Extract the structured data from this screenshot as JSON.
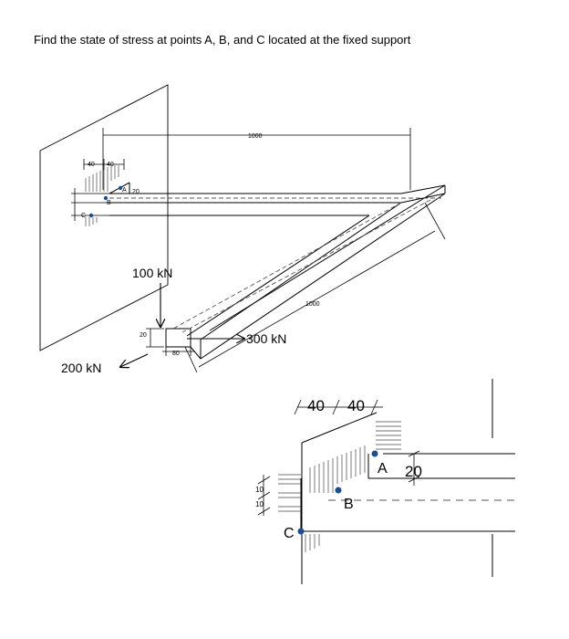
{
  "question": "Find the state of stress at points A, B, and C located at the fixed support",
  "main_figure": {
    "dim_top_length": "1000",
    "dim_diag_length": "1000",
    "dim_left_a": "40",
    "dim_left_b": "40",
    "dim_depth_small": "20",
    "label_point_a": "A",
    "label_point_b": "B",
    "label_point_c": "C",
    "dim_tip_height": "20",
    "dim_tip_width": "80",
    "load_vertical": "100 kN",
    "load_horizontal": "300 kN",
    "load_axial": "200 kN"
  },
  "detail_figure": {
    "dim_a": "40",
    "dim_b": "40",
    "dim_depth": "20",
    "dim_side_1": "10",
    "dim_side_2": "10",
    "label_point_a": "A",
    "label_point_b": "B",
    "label_point_c": "C"
  },
  "colors": {
    "line": "#000000",
    "dashed": "#555555",
    "hatch": "#444444",
    "point_fill": "#1f4e8c"
  }
}
